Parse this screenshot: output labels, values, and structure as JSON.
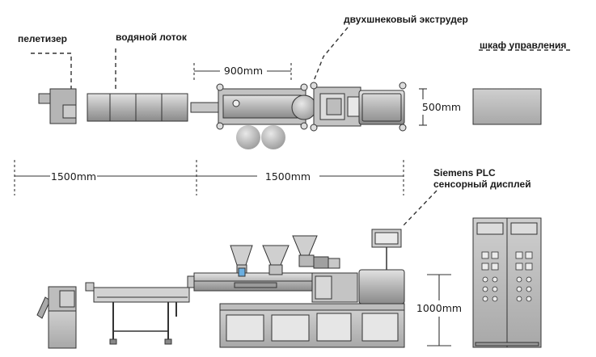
{
  "labels": {
    "pelletizer": "пелетизер",
    "water_trough": "водяной лоток",
    "twin_screw_extruder": "двухшнековый экструдер",
    "control_cabinet": "шкаф управления",
    "plc_line1": "Siemens PLC",
    "plc_line2": "сенсорный дисплей"
  },
  "dimensions": {
    "top_length": "900mm",
    "top_height": "500mm",
    "left_length": "1500mm",
    "right_length": "1500mm",
    "side_height": "1000mm"
  },
  "colors": {
    "machine_fill": "#bcbcbc",
    "machine_light": "#d6d6d6",
    "machine_dark": "#8e8e8e",
    "outline": "#333333",
    "accent_blue": "#6aaee0"
  }
}
